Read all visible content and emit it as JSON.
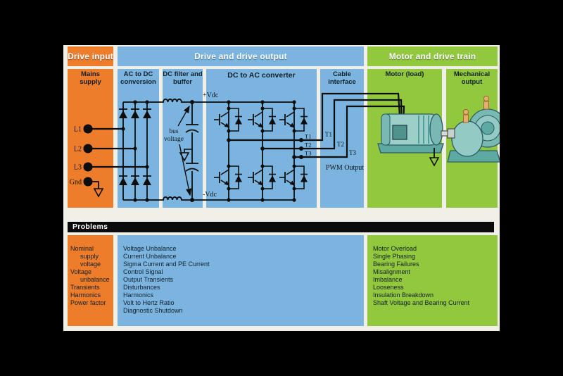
{
  "sections": {
    "drive_input": "Drive input",
    "drive_output": "Drive and drive output",
    "motor_train": "Motor and drive train"
  },
  "columns": {
    "mains_supply": "Mains supply",
    "ac_to_dc": "AC to DC conversion",
    "dc_filter": "DC filter and buffer",
    "dc_to_ac": "DC to AC converter",
    "cable_interface": "Cable interface",
    "motor_load": "Motor (load)",
    "mechanical_output": "Mechanical output"
  },
  "circuit": {
    "l1": "L1",
    "l2": "L2",
    "l3": "L3",
    "gnd": "Gnd",
    "plus_vdc": "+Vdc",
    "minus_vdc": "-Vdc",
    "bus_voltage_line1": "bus",
    "bus_voltage_line2": "voltage",
    "t1": "T1",
    "t2": "T2",
    "t3": "T3",
    "t1_cable": "T1",
    "t2_cable": "T2",
    "t3_cable": "T3",
    "pwm_output": "PWM Output"
  },
  "problems": {
    "title": "Problems",
    "mains": [
      "Nominal supply voltage",
      "Voltage unbalance",
      "Transients",
      "Harmonics",
      "Power factor"
    ],
    "drive": [
      "Voltage Unbalance",
      "Current Unbalance",
      "Sigma Current and PE Current",
      "Control Signal",
      "Output Transients",
      "Disturbances",
      "Harmonics",
      "Volt to Hertz Ratio",
      "Diagnostic Shutdown"
    ],
    "motor": [
      "Motor Overload",
      "Single Phasing",
      "Bearing Failures",
      "Misalignment",
      "Imbalance",
      "Looseness",
      "Insulation Breakdown",
      "Shaft Voltage and Bearing Current"
    ]
  },
  "colors": {
    "orange": "#ed7c2b",
    "blue": "#7bb4df",
    "green": "#92c83e",
    "background": "#f1f0e8",
    "bar_black": "#0b0b0b"
  }
}
